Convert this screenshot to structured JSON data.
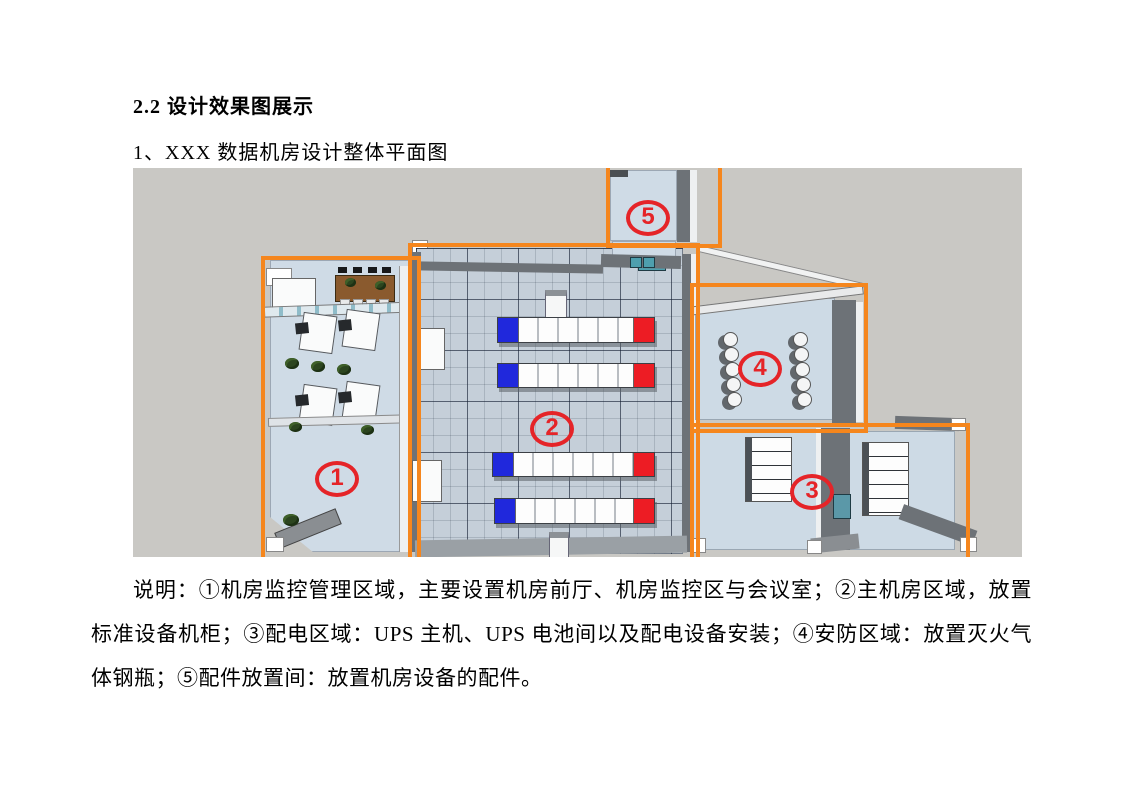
{
  "page": {
    "section_title": "2.2 设计效果图展示",
    "figure_title": "1、XXX 数据机房设计整体平面图",
    "caption": "说明：①机房监控管理区域，主要设置机房前厅、机房监控区与会议室；②主机房区域，放置标准设备机柜；③配电区域：UPS 主机、UPS 电池间以及配电设备安装；④安防区域：放置灭火气体钢瓶；⑤配件放置间：放置机房设备的配件。"
  },
  "figure": {
    "type": "3d-floorplan-render",
    "regions": [
      {
        "number": "1",
        "name": "机房监控管理区域"
      },
      {
        "number": "2",
        "name": "主机房区域"
      },
      {
        "number": "3",
        "name": "配电区域"
      },
      {
        "number": "4",
        "name": "安防区域"
      },
      {
        "number": "5",
        "name": "配件放置间"
      }
    ],
    "colors": {
      "highlight_orange": "#F5861D",
      "label_red": "#E52428",
      "rack_blue": "#2028DC",
      "rack_red": "#ED1C24",
      "floor_blue": "#CDD9E4",
      "render_background": "#C9C8C4"
    }
  }
}
